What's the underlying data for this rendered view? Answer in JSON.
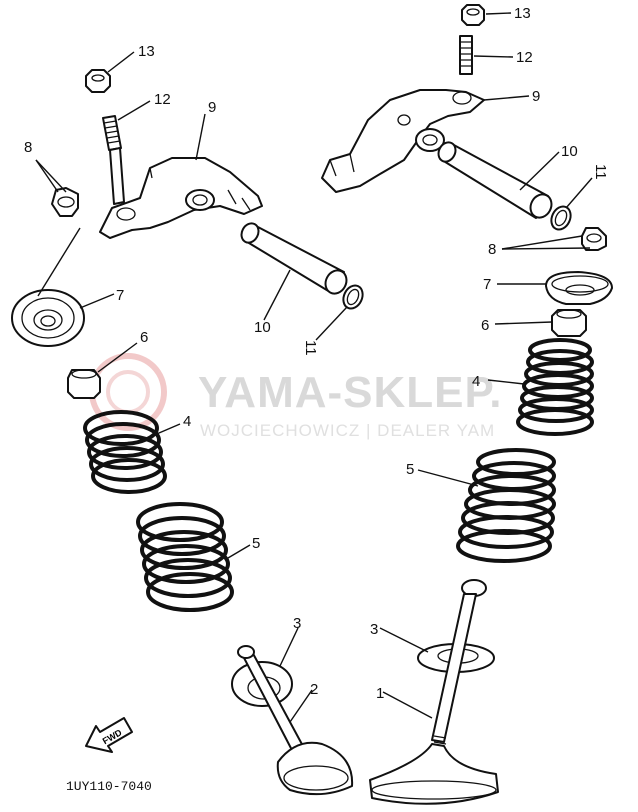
{
  "watermark": {
    "brand": "YAMA-SKLEP.",
    "dealer": "WOJCIECHOWICZ | DEALER YAM"
  },
  "diagram_code": "1UY110-7040",
  "fwd_label": "FWD",
  "labels": {
    "l1": "1",
    "l2": "2",
    "l3a": "3",
    "l3b": "3",
    "l4a": "4",
    "l4b": "4",
    "l5a": "5",
    "l5b": "5",
    "l6a": "6",
    "l6b": "6",
    "l7a": "7",
    "l7b": "7",
    "l8a": "8",
    "l8b": "8",
    "l9a": "9",
    "l9b": "9",
    "l10a": "10",
    "l10b": "10",
    "l11a": "11",
    "l11b": "11",
    "l12a": "12",
    "l12b": "12",
    "l13a": "13",
    "l13b": "13"
  }
}
